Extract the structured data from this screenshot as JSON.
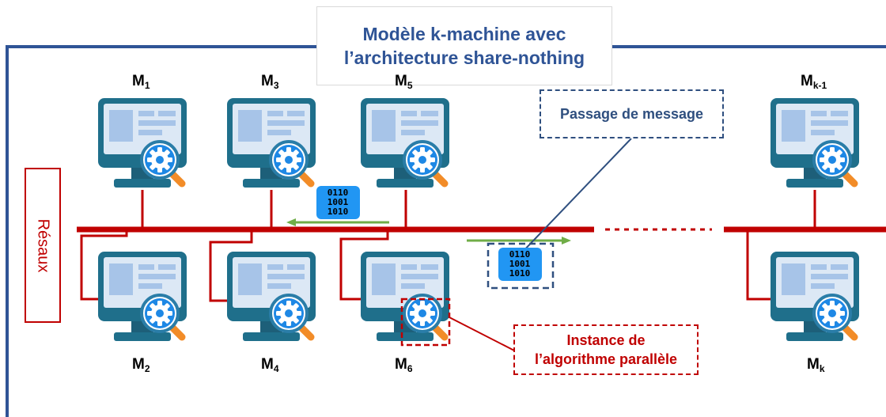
{
  "title": {
    "line1": "Modèle k-machine avec",
    "line2": "l’architecture share-nothing"
  },
  "network_label": "Résaux",
  "message_label": "Passage de message",
  "instance_label": {
    "line1": "Instance de",
    "line2": "l’algorithme parallèle"
  },
  "packet_bits": [
    "0110",
    "1001",
    "1010"
  ],
  "machines": [
    {
      "base": "M",
      "sub": "1"
    },
    {
      "base": "M",
      "sub": "3"
    },
    {
      "base": "M",
      "sub": "5"
    },
    {
      "base": "M",
      "sub": "k-1"
    },
    {
      "base": "M",
      "sub": "2"
    },
    {
      "base": "M",
      "sub": "4"
    },
    {
      "base": "M",
      "sub": "6"
    },
    {
      "base": "M",
      "sub": "k"
    }
  ],
  "colors": {
    "frame": "#2f5496",
    "network": "#c00000",
    "arrow": "#70ad47",
    "title": "#2f5496",
    "monitor_frame": "#1f6f8b",
    "screen": "#dce8f5",
    "gear": "#1e88e5",
    "magnifier_handle": "#f28c28"
  },
  "icons": [
    "computer-icon",
    "gear-icon",
    "magnifier-icon",
    "data-packet-icon"
  ]
}
